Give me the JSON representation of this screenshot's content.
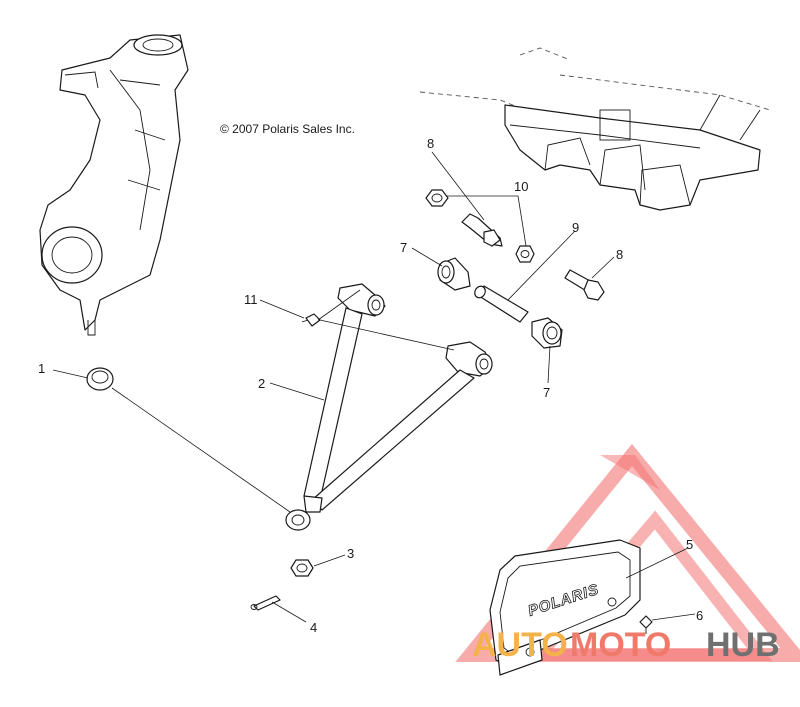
{
  "copyright": "© 2007 Polaris Sales Inc.",
  "plate_brand": "POLARIS",
  "watermark": {
    "part1": "AUTO",
    "part2": "MOTO",
    "part3": "HUB",
    "color_red": "#f15a5a",
    "color_orange": "#f4b24a",
    "color_gray": "#707070"
  },
  "callouts": [
    {
      "id": "1",
      "label": "1"
    },
    {
      "id": "2",
      "label": "2"
    },
    {
      "id": "3",
      "label": "3"
    },
    {
      "id": "4",
      "label": "4"
    },
    {
      "id": "5",
      "label": "5"
    },
    {
      "id": "6",
      "label": "6"
    },
    {
      "id": "7a",
      "label": "7"
    },
    {
      "id": "7b",
      "label": "7"
    },
    {
      "id": "8a",
      "label": "8"
    },
    {
      "id": "8b",
      "label": "8"
    },
    {
      "id": "9",
      "label": "9"
    },
    {
      "id": "10",
      "label": "10"
    },
    {
      "id": "11",
      "label": "11"
    }
  ]
}
